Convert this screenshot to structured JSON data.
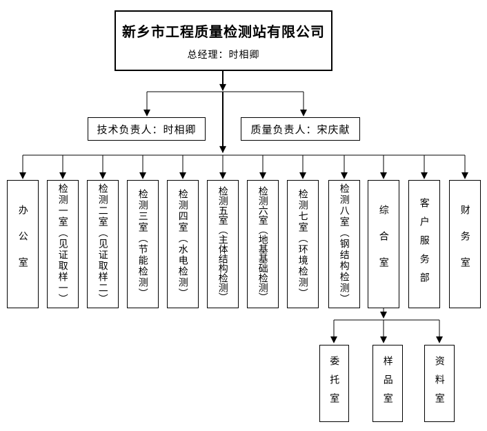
{
  "root": {
    "title": "新乡市工程质量检测站有限公司",
    "subtitle": "总经理：时相卿"
  },
  "managers": [
    {
      "label": "技术负责人：时相卿"
    },
    {
      "label": "质量负责人：宋庆献"
    }
  ],
  "departments": [
    {
      "label": "办公室"
    },
    {
      "label": "检测一室（见证取样一）"
    },
    {
      "label": "检测二室（见证取样二）"
    },
    {
      "label": "检测三室（节能检测）"
    },
    {
      "label": "检测四室（水电检测）"
    },
    {
      "label": "检测五室（主体结构检测）"
    },
    {
      "label": "检测六室（地基基础检测）"
    },
    {
      "label": "检测七室（环境检测）"
    },
    {
      "label": "检测八室（钢结构检测）"
    },
    {
      "label": "综合室"
    },
    {
      "label": "客户服务部"
    },
    {
      "label": "财务室"
    }
  ],
  "sub_departments": [
    {
      "label": "委托室"
    },
    {
      "label": "样品室"
    },
    {
      "label": "资料室"
    }
  ],
  "colors": {
    "line": "#000000",
    "border": "#000000",
    "background": "#ffffff",
    "text": "#000000"
  }
}
